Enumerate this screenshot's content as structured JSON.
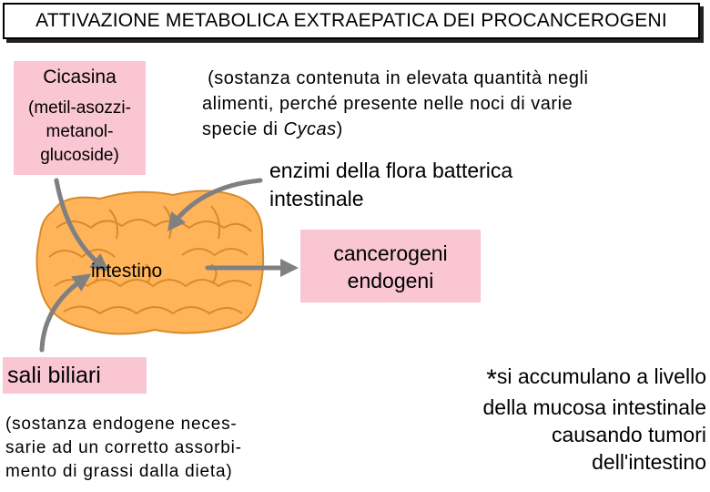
{
  "title": "ATTIVAZIONE METABOLICA EXTRAEPATICA DEI PROCANCEROGENI",
  "cicasina": {
    "name": "Cicasina",
    "chemical_line1": "(metil-asozzi-",
    "chemical_line2": "metanol-",
    "chemical_line3": "glucoside)",
    "description_line1": "(sostanza contenuta in elevata quantità negli",
    "description_line2": "alimenti, perché presente nelle noci di varie",
    "description_line3_a": "specie di ",
    "description_line3_italic": "Cycas",
    "description_line3_b": ")"
  },
  "enzimi": {
    "line1": "enzimi della flora batterica",
    "line2": "intestinale"
  },
  "intestino_label": "intestino",
  "cancerogeni": {
    "line1": "cancerogeni",
    "line2": "endogeni"
  },
  "sali_biliari": {
    "label": "sali biliari",
    "desc_line1": "(sostanza endogene neces-",
    "desc_line2": "sarie ad un corretto assorbi-",
    "desc_line3": "mento di grassi dalla dieta)"
  },
  "accumulo": {
    "star": "*",
    "line1": "si accumulano a livello",
    "line2": "della mucosa  intestinale",
    "line3": "causando tumori",
    "line4": "dell'intestino"
  },
  "colors": {
    "pink_box": "#f9c6d2",
    "intestine_fill": "#ffb45a",
    "intestine_stroke": "#d98a2b",
    "arrow": "#808080"
  }
}
